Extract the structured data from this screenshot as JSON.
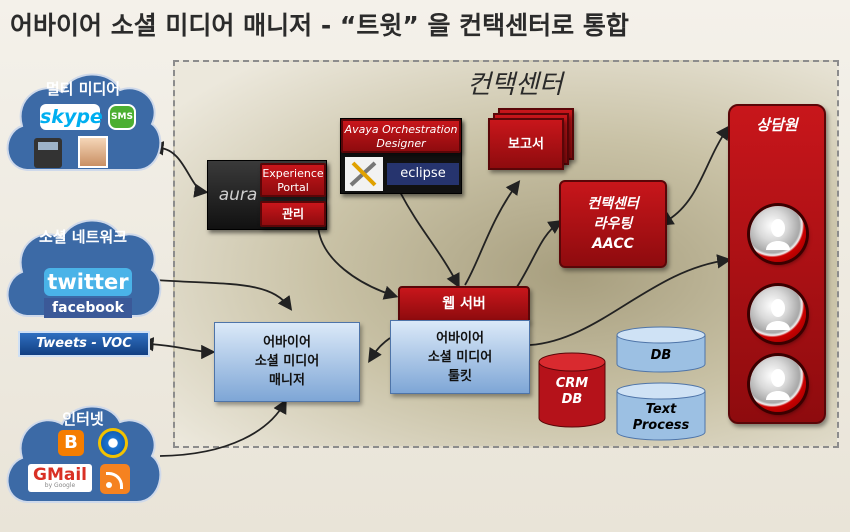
{
  "title": "어바이어 소셜 미디어 매니저 - “트윗” 을 컨택센터로 통합",
  "center_label": "컨택센터",
  "clouds": {
    "multimedia": {
      "title": "멀티 미디어",
      "skype": "skype",
      "sms": "SMS"
    },
    "social": {
      "title": "소셜 네트워크",
      "twitter": "twitter",
      "facebook": "facebook"
    },
    "internet": {
      "title": "인터넷",
      "gmail": "GMail",
      "google_sub": "by Google"
    }
  },
  "tweets_voc": "Tweets - VOC",
  "experience_portal": {
    "logo": "aura",
    "portal": "Experience Portal",
    "admin": "관리"
  },
  "orchestration": {
    "title": "Avaya Orchestration Designer",
    "eclipse": "eclipse"
  },
  "report": "보고서",
  "routing": {
    "line1": "컨택센터",
    "line2": "라우팅",
    "line3": "AACC"
  },
  "agents": {
    "title": "상담원"
  },
  "web_server": {
    "title": "웹 서버",
    "line1": "어바이어",
    "line2": "소셜 미디어",
    "line3": "툴킷"
  },
  "manager": {
    "line1": "어바이어",
    "line2": "소셜 미디어",
    "line3": "매니저"
  },
  "crm_db": {
    "line1": "CRM",
    "line2": "DB"
  },
  "db": "DB",
  "text_process": {
    "line1": "Text",
    "line2": "Process"
  },
  "colors": {
    "red": "#c8161b",
    "blue": "#7ea6d6",
    "cloud": "#3c6aa6",
    "twitter": "#4ab3e8",
    "facebook": "#3b5998"
  }
}
